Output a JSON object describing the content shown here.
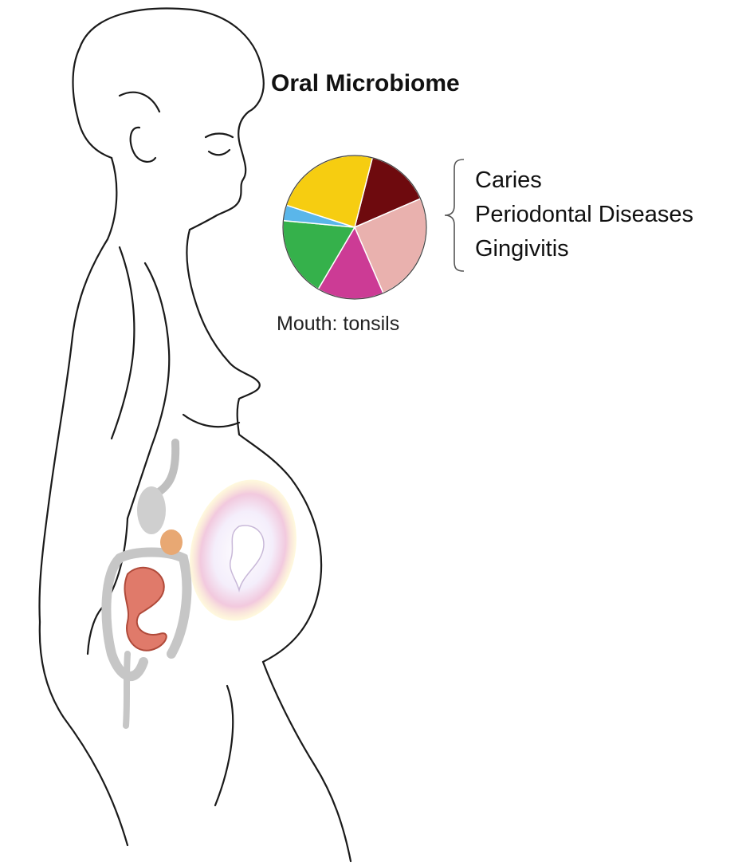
{
  "title": "Oral Microbiome",
  "pie_caption": "Mouth: tonsils",
  "diseases": [
    "Caries",
    "Periodontal Diseases",
    "Gingivitis"
  ],
  "pie_slices": [
    {
      "color": "#6e0a0e",
      "fraction": 0.145
    },
    {
      "color": "#e9b1ae",
      "fraction": 0.25
    },
    {
      "color": "#cc3b95",
      "fraction": 0.15
    },
    {
      "color": "#35b14b",
      "fraction": 0.18
    },
    {
      "color": "#5ab6ea",
      "fraction": 0.035
    },
    {
      "color": "#f6cd11",
      "fraction": 0.24
    }
  ]
}
